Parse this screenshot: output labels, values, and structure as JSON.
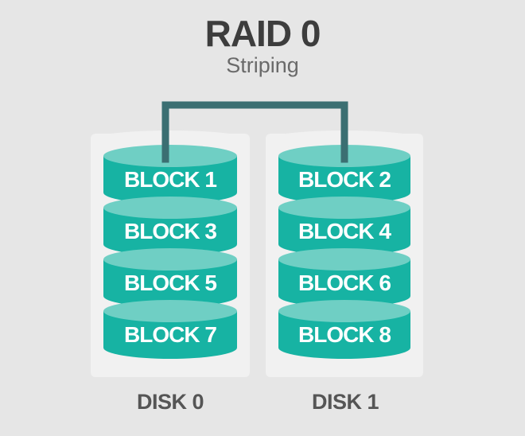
{
  "title": "RAID 0",
  "subtitle": "Striping",
  "colors": {
    "background": "#e6e6e6",
    "disk_container": "#f1f1f1",
    "block_body": "#17b3a3",
    "block_top": "#6fcfc4",
    "connector": "#3b6f72"
  },
  "disks": [
    {
      "label": "DISK 0",
      "blocks": [
        "BLOCK 1",
        "BLOCK 3",
        "BLOCK 5",
        "BLOCK 7"
      ]
    },
    {
      "label": "DISK 1",
      "blocks": [
        "BLOCK 2",
        "BLOCK 4",
        "BLOCK 6",
        "BLOCK 8"
      ]
    }
  ]
}
